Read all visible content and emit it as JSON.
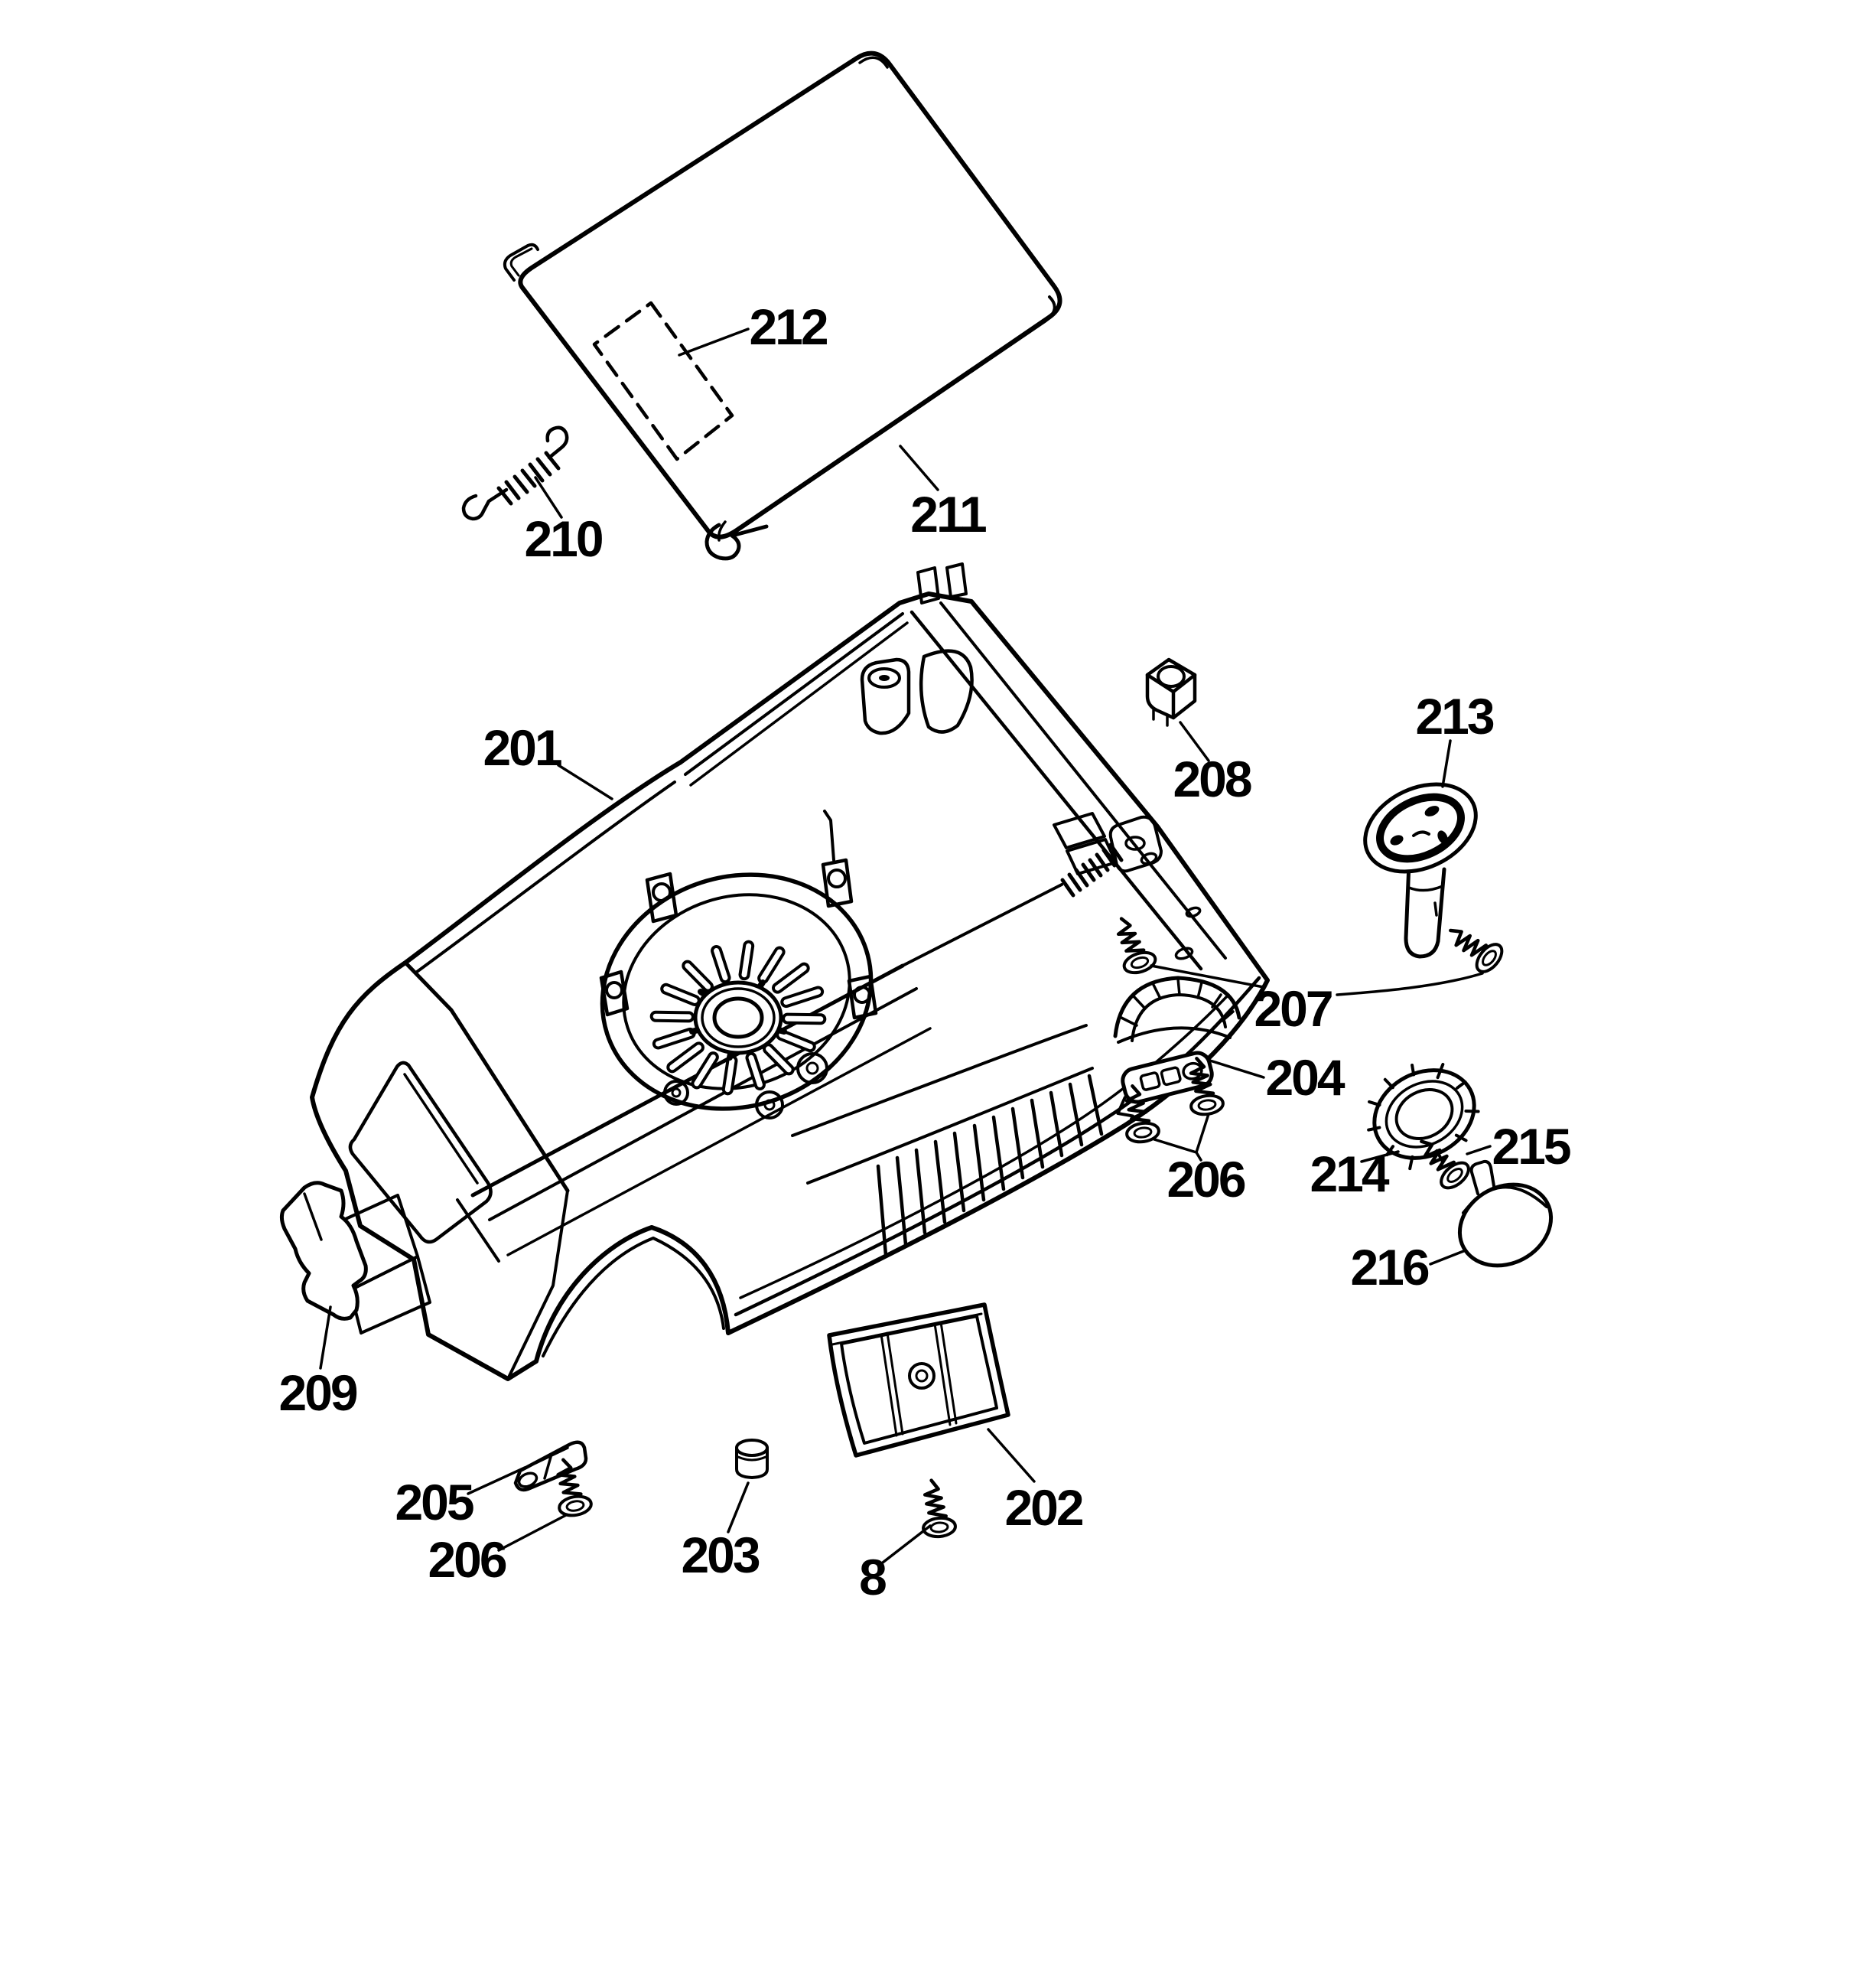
{
  "figure": {
    "type": "exploded-parts-diagram",
    "background": "#ffffff",
    "ink": "#000000",
    "callouts": [
      {
        "label": "201"
      },
      {
        "label": "202"
      },
      {
        "label": "203"
      },
      {
        "label": "204"
      },
      {
        "label": "205"
      },
      {
        "label": "206"
      },
      {
        "label": "206"
      },
      {
        "label": "207"
      },
      {
        "label": "208"
      },
      {
        "label": "209"
      },
      {
        "label": "210"
      },
      {
        "label": "211"
      },
      {
        "label": "212"
      },
      {
        "label": "213"
      },
      {
        "label": "214"
      },
      {
        "label": "215"
      },
      {
        "label": "216"
      },
      {
        "label": "8"
      }
    ]
  }
}
